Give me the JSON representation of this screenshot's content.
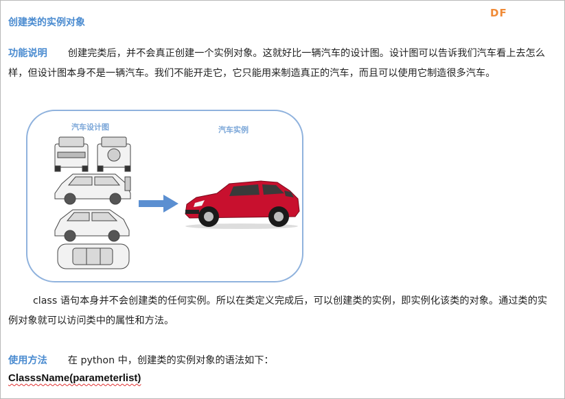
{
  "header": {
    "title": "创建类的实例对象",
    "logo_text": "DF"
  },
  "sections": {
    "intro": {
      "label": "功能说明",
      "text": "创建完类后，并不会真正创建一个实例对象。这就好比一辆汽车的设计图。设计图可以告诉我们汽车看上去怎么样，但设计图本身不是一辆汽车。我们不能开走它，它只能用来制造真正的汽车，而且可以使用它制造很多汽车。"
    },
    "diagram": {
      "blueprint_label": "汽车设计图",
      "instance_label": "汽车实例",
      "colors": {
        "border": "#8fb2dd",
        "arrow": "#5b8fd1",
        "car": "#c8102e"
      }
    },
    "explanation": {
      "text": "class 语句本身并不会创建类的任何实例。所以在类定义完成后，可以创建类的实例，即实例化该类的对象。通过类的实例对象就可以访问类中的属性和方法。"
    },
    "usage": {
      "label": "使用方法",
      "text": "在 python 中，创建类的实例对象的语法如下：",
      "syntax": "ClasssName(parameterlist)"
    }
  }
}
